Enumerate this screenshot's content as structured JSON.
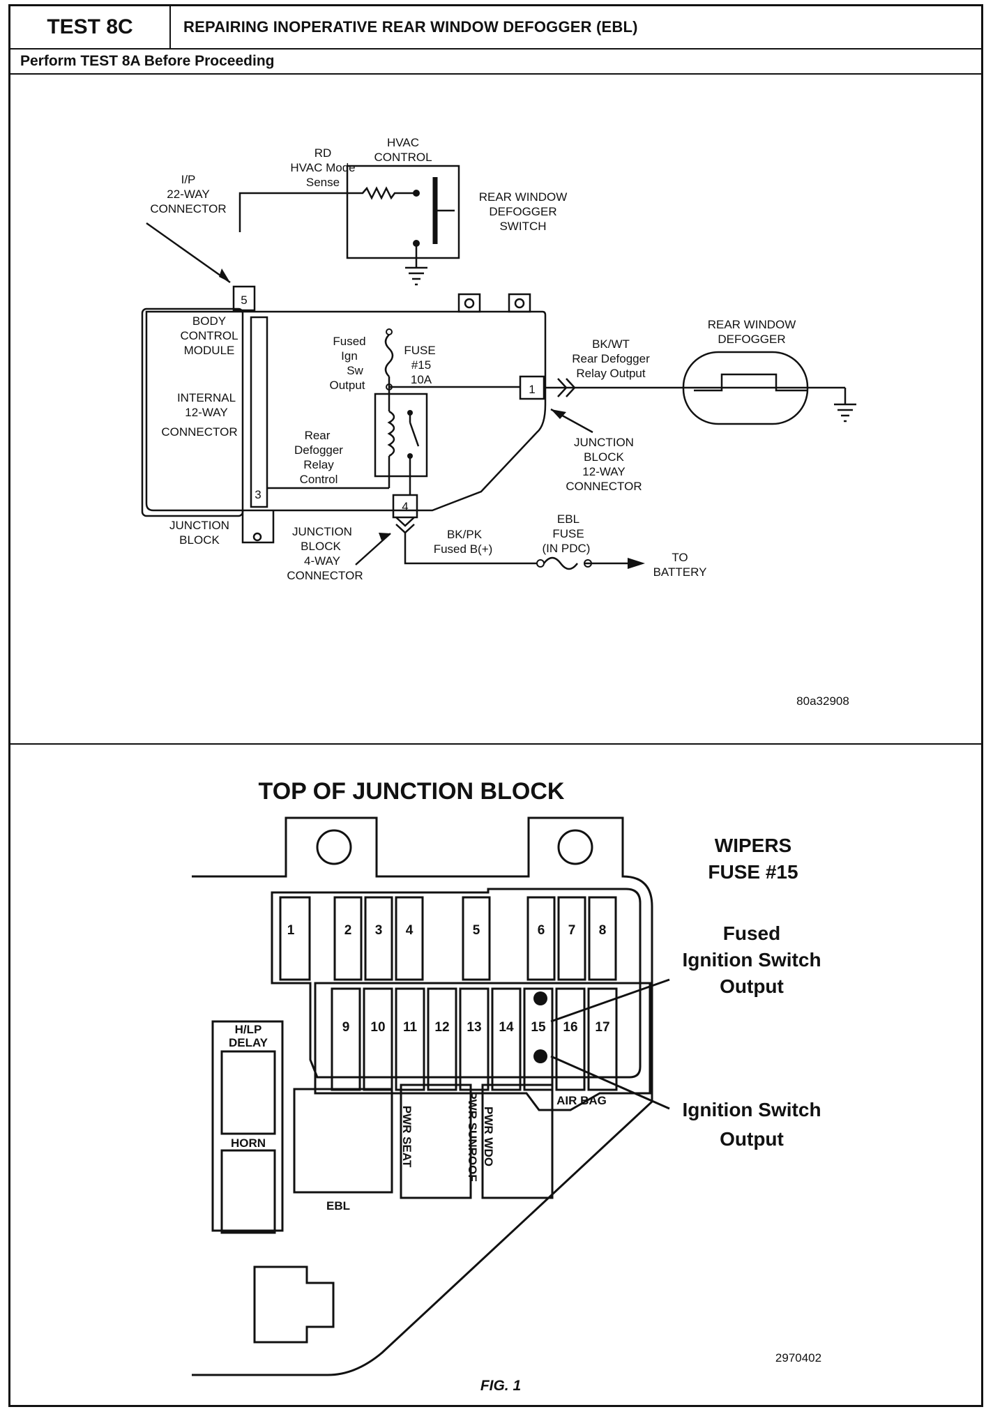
{
  "header": {
    "test_id": "TEST 8C",
    "title": "REPAIRING INOPERATIVE REAR WINDOW DEFOGGER (EBL)",
    "prerequisite": "Perform TEST 8A Before Proceeding"
  },
  "schematic": {
    "hvac_mode_sense": [
      "RD",
      "HVAC Mode",
      "Sense"
    ],
    "hvac_control": [
      "HVAC",
      "CONTROL"
    ],
    "ip_connector": [
      "I/P",
      "22-WAY",
      "CONNECTOR"
    ],
    "defogger_switch": [
      "REAR WINDOW",
      "DEFOGGER",
      "SWITCH"
    ],
    "pin_5": "5",
    "pin_1": "1",
    "pin_3": "3",
    "pin_4": "4",
    "bcm": [
      "BODY",
      "CONTROL",
      "MODULE"
    ],
    "internal_connector": [
      "INTERNAL",
      "12-WAY",
      "CONNECTOR"
    ],
    "fused_ign": [
      "Fused",
      "Ign",
      "Sw",
      "Output"
    ],
    "fuse15": [
      "FUSE",
      "#15",
      "10A"
    ],
    "relay_control": [
      "Rear",
      "Defogger",
      "Relay",
      "Control"
    ],
    "bkwt": [
      "BK/WT",
      "Rear Defogger",
      "Relay Output"
    ],
    "rear_defogger": [
      "REAR WINDOW",
      "DEFOGGER"
    ],
    "jb12": [
      "JUNCTION",
      "BLOCK",
      "12-WAY",
      "CONNECTOR"
    ],
    "jb": [
      "JUNCTION",
      "BLOCK"
    ],
    "jb4": [
      "JUNCTION",
      "BLOCK",
      "4-WAY",
      "CONNECTOR"
    ],
    "bkpk": [
      "BK/PK",
      "Fused B(+)"
    ],
    "ebl_fuse": [
      "EBL",
      "FUSE",
      "(IN PDC)"
    ],
    "battery": [
      "TO",
      "BATTERY"
    ],
    "fig_id": "80a32908"
  },
  "junction_block": {
    "title": "TOP OF JUNCTION BLOCK",
    "wipers": [
      "WIPERS",
      "FUSE #15"
    ],
    "fused_ign_out": [
      "Fused",
      "Ignition Switch",
      "Output"
    ],
    "ign_out": [
      "Ignition Switch",
      "Output"
    ],
    "top_fuses": [
      "1",
      "2",
      "3",
      "4",
      "5",
      "6",
      "7",
      "8"
    ],
    "bottom_fuses": [
      "9",
      "10",
      "11",
      "12",
      "13",
      "14",
      "15",
      "16",
      "17"
    ],
    "hlp_delay": [
      "H/LP",
      "DELAY"
    ],
    "horn": "HORN",
    "ebl": "EBL",
    "pwr_seat": "PWR SEAT",
    "pwr_sunroof": "PWR SUNROOF",
    "pwr_wdo": "PWR WDO",
    "air_bag": "AIR BAG",
    "fig_id": "2970402"
  },
  "caption": "FIG. 1"
}
